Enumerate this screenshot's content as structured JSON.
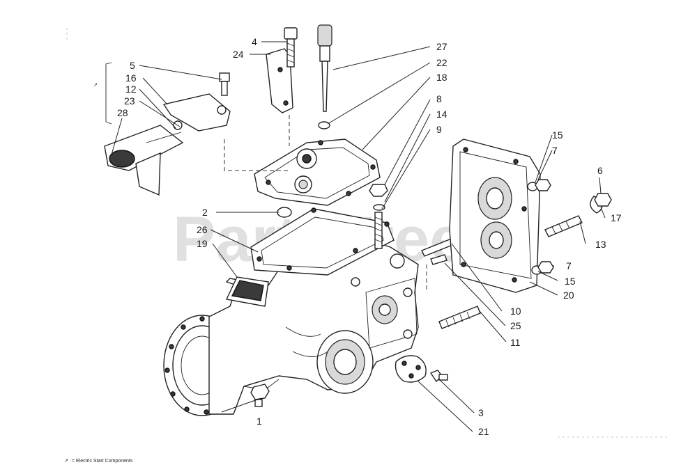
{
  "watermark": "PartsTree",
  "legend": {
    "symbol": "↗",
    "text": "= Electric Start Components"
  },
  "callouts": [
    {
      "id": "c1",
      "label": "1"
    },
    {
      "id": "c2",
      "label": "2"
    },
    {
      "id": "c3",
      "label": "3"
    },
    {
      "id": "c4",
      "label": "4"
    },
    {
      "id": "c5",
      "label": "5"
    },
    {
      "id": "c6",
      "label": "6"
    },
    {
      "id": "c7a",
      "label": "7"
    },
    {
      "id": "c7b",
      "label": "7"
    },
    {
      "id": "c8",
      "label": "8"
    },
    {
      "id": "c9",
      "label": "9"
    },
    {
      "id": "c10",
      "label": "10"
    },
    {
      "id": "c11",
      "label": "11"
    },
    {
      "id": "c12",
      "label": "12"
    },
    {
      "id": "c13",
      "label": "13"
    },
    {
      "id": "c14",
      "label": "14"
    },
    {
      "id": "c15a",
      "label": "15"
    },
    {
      "id": "c15b",
      "label": "15"
    },
    {
      "id": "c16",
      "label": "16"
    },
    {
      "id": "c17",
      "label": "17"
    },
    {
      "id": "c18",
      "label": "18"
    },
    {
      "id": "c19",
      "label": "19"
    },
    {
      "id": "c20",
      "label": "20"
    },
    {
      "id": "c21",
      "label": "21"
    },
    {
      "id": "c22",
      "label": "22"
    },
    {
      "id": "c23",
      "label": "23"
    },
    {
      "id": "c24",
      "label": "24"
    },
    {
      "id": "c25",
      "label": "25"
    },
    {
      "id": "c26",
      "label": "26"
    },
    {
      "id": "c27",
      "label": "27"
    },
    {
      "id": "c28",
      "label": "28"
    }
  ]
}
